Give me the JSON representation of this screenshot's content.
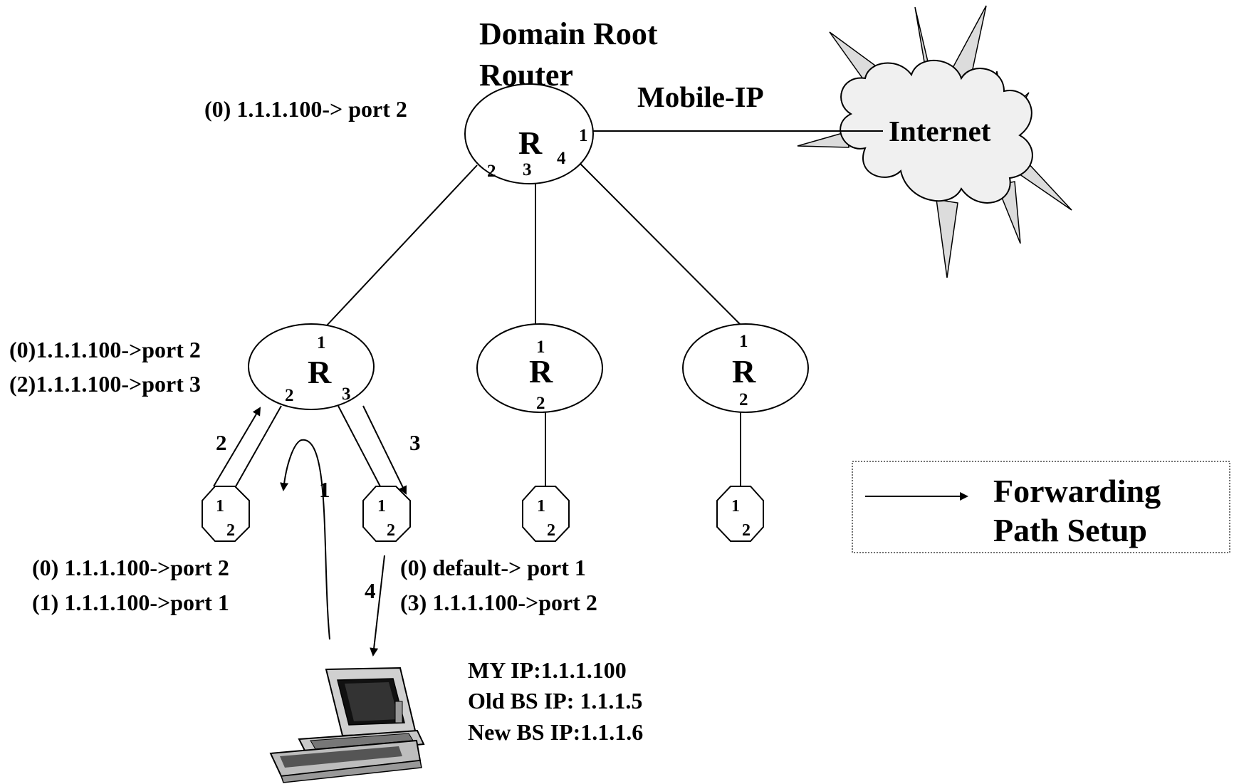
{
  "title_line1": "Domain Root",
  "title_line2": "Router",
  "link_label": "Mobile-IP",
  "internet_label": "Internet",
  "root_router": {
    "label": "R",
    "ports": [
      "1",
      "2",
      "3",
      "4"
    ],
    "route": "(0) 1.1.1.100-> port 2"
  },
  "routers": [
    {
      "label": "R",
      "top_port": "1",
      "bottom_ports": [
        "2",
        "3"
      ],
      "routes": [
        "(0)1.1.1.100->port 2",
        "(2)1.1.1.100->port 3"
      ]
    },
    {
      "label": "R",
      "top_port": "1",
      "bottom_ports": [
        "2"
      ]
    },
    {
      "label": "R",
      "top_port": "1",
      "bottom_ports": [
        "2"
      ]
    }
  ],
  "base_stations": [
    {
      "ports": [
        "1",
        "2"
      ],
      "routes": [
        "(0) 1.1.1.100->port 2",
        "(1) 1.1.1.100->port 1"
      ]
    },
    {
      "ports": [
        "1",
        "2"
      ],
      "routes": [
        "(0) default-> port 1",
        "(3) 1.1.1.100->port 2"
      ]
    },
    {
      "ports": [
        "1",
        "2"
      ]
    },
    {
      "ports": [
        "1",
        "2"
      ]
    }
  ],
  "steps": [
    "1",
    "2",
    "3",
    "4"
  ],
  "host_info": [
    "MY IP:1.1.1.100",
    "Old BS IP: 1.1.1.5",
    "New BS IP:1.1.1.6"
  ],
  "legend": {
    "line1": "Forwarding",
    "line2": "Path Setup"
  },
  "icons": {
    "internet": "cloud-icon",
    "host": "laptop-icon"
  }
}
